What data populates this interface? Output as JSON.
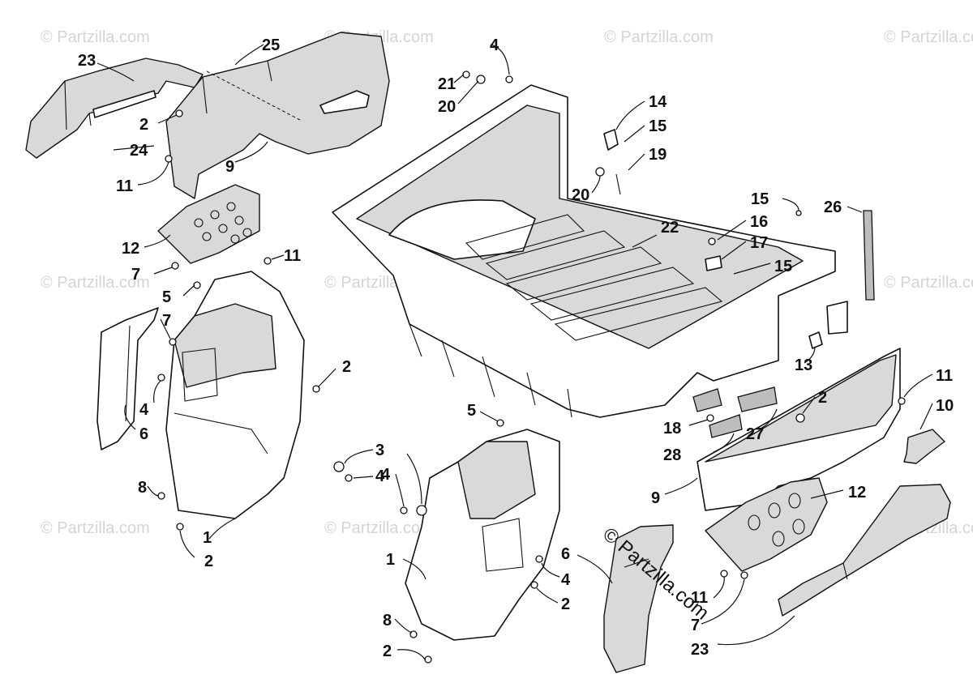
{
  "watermark": "© Partzilla.com",
  "stamp": "© Partzilla.com",
  "callouts": [
    "23",
    "25",
    "4",
    "21",
    "20",
    "14",
    "15",
    "19",
    "2",
    "24",
    "9",
    "11",
    "20",
    "22",
    "15",
    "16",
    "17",
    "26",
    "15",
    "12",
    "7",
    "11",
    "5",
    "7",
    "2",
    "13",
    "11",
    "10",
    "4",
    "6",
    "5",
    "2",
    "18",
    "27",
    "3",
    "4",
    "28",
    "8",
    "4",
    "9",
    "12",
    "1",
    "2",
    "6",
    "4",
    "1",
    "2",
    "8",
    "2",
    "11",
    "7",
    "23"
  ]
}
